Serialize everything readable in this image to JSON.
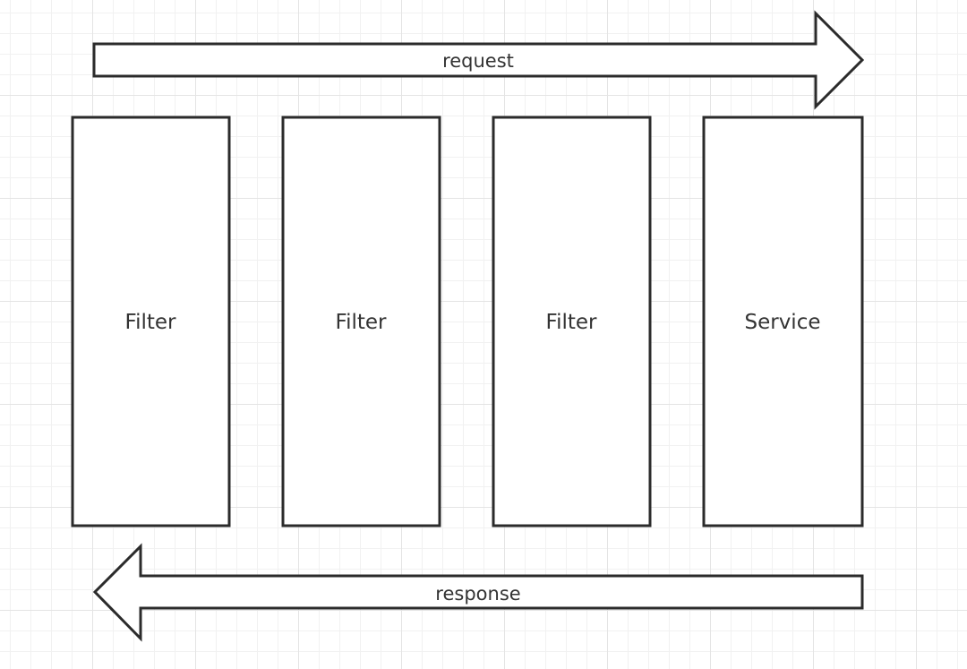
{
  "diagram": {
    "request_label": "request",
    "response_label": "response",
    "boxes": [
      {
        "label": "Filter"
      },
      {
        "label": "Filter"
      },
      {
        "label": "Filter"
      },
      {
        "label": "Service"
      }
    ]
  }
}
